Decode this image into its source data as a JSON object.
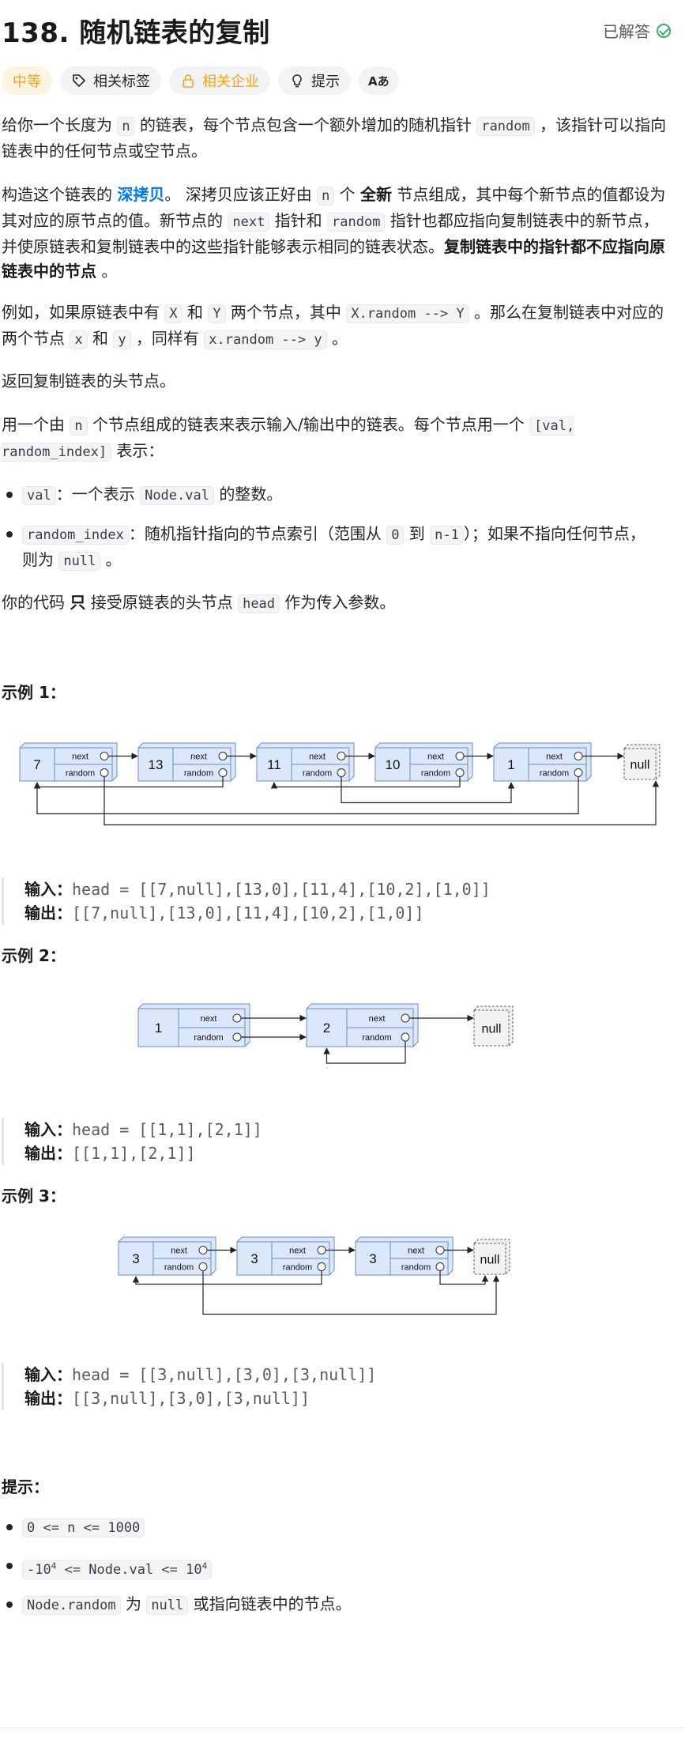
{
  "header": {
    "title": "138. 随机链表的复制",
    "status": "已解答"
  },
  "tags": {
    "difficulty": "中等",
    "related_tags": "相关标签",
    "related_companies": "相关企业",
    "hint": "提示",
    "translate": "Aあ"
  },
  "description": {
    "p1": {
      "a": "给你一个长度为 ",
      "n": "n",
      "b": " 的链表，每个节点包含一个额外增加的随机指针 ",
      "random": "random",
      "c": " ，该指针可以指向链表中的任何节点或空节点。"
    },
    "p2": {
      "a": "构造这个链表的 ",
      "link": "深拷贝",
      "b": "。 深拷贝应该正好由 ",
      "n": "n",
      "c": " 个 ",
      "bold1": "全新",
      "d": " 节点组成，其中每个新节点的值都设为其对应的原节点的值。新节点的 ",
      "next": "next",
      "e": " 指针和 ",
      "random": "random",
      "f": " 指针也都应指向复制链表中的新节点，并使原链表和复制链表中的这些指针能够表示相同的链表状态。",
      "bold2": "复制链表中的指针都不应指向原链表中的节点",
      "g": " 。"
    },
    "p3": {
      "a": "例如，如果原链表中有 ",
      "X": "X",
      "b": " 和 ",
      "Y": "Y",
      "c": " 两个节点，其中 ",
      "xr": "X.random --> Y",
      "d": " 。那么在复制链表中对应的两个节点 ",
      "x": "x",
      "e": " 和 ",
      "y": "y",
      "f": " ，同样有 ",
      "xr2": "x.random --> y",
      "g": " 。"
    },
    "p4": "返回复制链表的头节点。",
    "p5": {
      "a": "用一个由 ",
      "n": "n",
      "b": " 个节点组成的链表来表示输入/输出中的链表。每个节点用一个 ",
      "pair": "[val, random_index]",
      "c": " 表示："
    },
    "bullet1": {
      "code": "val",
      "text": "：一个表示 ",
      "code2": "Node.val",
      "text2": " 的整数。"
    },
    "bullet2": {
      "code": "random_index",
      "text": "：随机指针指向的节点索引（范围从 ",
      "zero": "0",
      "to": " 到 ",
      "nm1": "n-1",
      "text2": "）；如果不指向任何节点，则为 ",
      "null": "null",
      "text3": " 。"
    },
    "p6": {
      "a": "你的代码 ",
      "bold": "只",
      "b": " 接受原链表的头节点 ",
      "head": "head",
      "c": " 作为传入参数。"
    }
  },
  "examples": [
    {
      "title": "示例 1：",
      "input_label": "输入：",
      "input": "head = [[7,null],[13,0],[11,4],[10,2],[1,0]]",
      "output_label": "输出：",
      "output": "[[7,null],[13,0],[11,4],[10,2],[1,0]]",
      "nodes": [
        "7",
        "13",
        "11",
        "10",
        "1"
      ]
    },
    {
      "title": "示例 2：",
      "input_label": "输入：",
      "input": "head = [[1,1],[2,1]]",
      "output_label": "输出：",
      "output": "[[1,1],[2,1]]",
      "nodes": [
        "1",
        "2"
      ]
    },
    {
      "title": "示例 3：",
      "input_label": "输入：",
      "input": "head = [[3,null],[3,0],[3,null]]",
      "output_label": "输出：",
      "output": "[[3,null],[3,0],[3,null]]",
      "nodes": [
        "3",
        "3",
        "3"
      ]
    }
  ],
  "diagram": {
    "next": "next",
    "random": "random",
    "null": "null"
  },
  "constraints": {
    "title": "提示：",
    "c1": "0 <= n <= 1000",
    "c2_a": "-10",
    "c2_sup1": "4",
    "c2_b": " <= Node.val <= 10",
    "c2_sup2": "4",
    "c3_code": "Node.random",
    "c3_a": " 为 ",
    "c3_null": "null",
    "c3_b": " 或指向链表中的节点。"
  },
  "colors": {
    "accent": "#ffa116",
    "link": "#007aff",
    "success": "#2db55d",
    "node_fill": "#dbe8fc",
    "node_stroke": "#6c8ebf"
  }
}
